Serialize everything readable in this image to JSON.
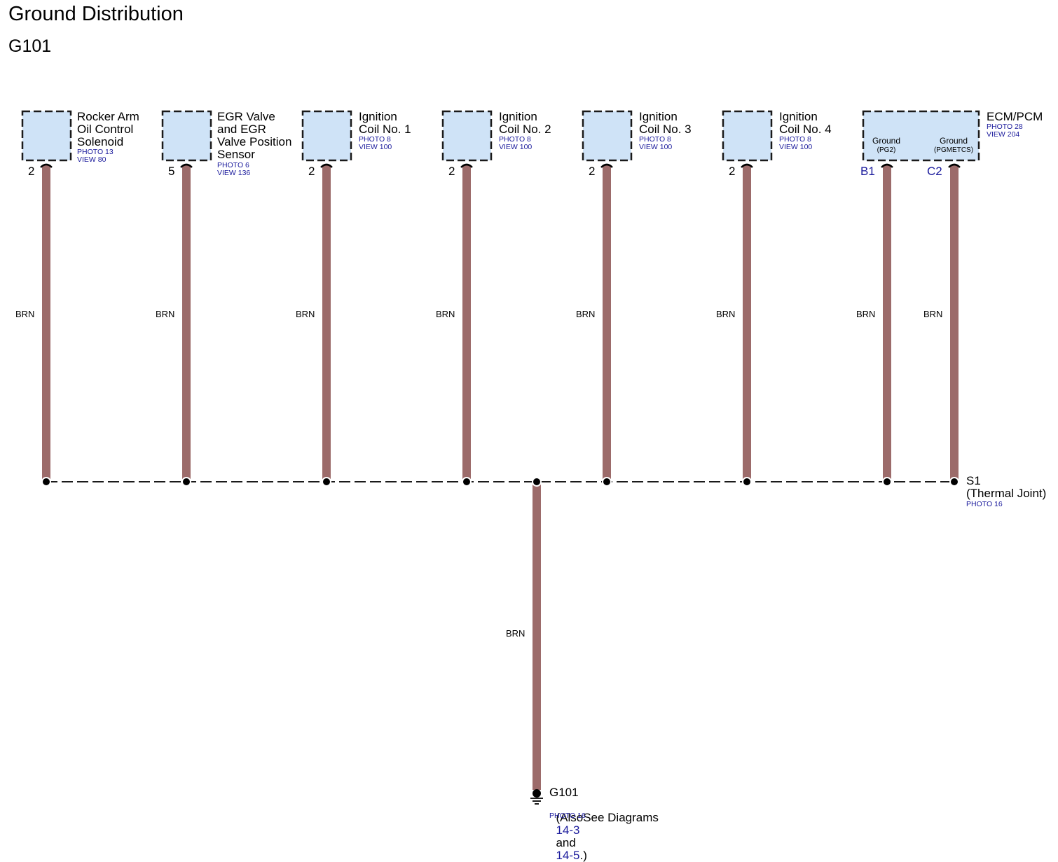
{
  "header": {
    "title": "Ground Distribution",
    "subtitle": "G101"
  },
  "colors": {
    "wire": "#9c6b6a",
    "component_fill": "#cfe3f7",
    "reference_text": "#1a1a9c"
  },
  "components": [
    {
      "name": "Rocker Arm\nOil Control\nSolenoid",
      "refs": "PHOTO 13\nVIEW 80",
      "pin": "2",
      "wire": "BRN"
    },
    {
      "name": "EGR Valve\nand EGR\nValve Position\nSensor",
      "refs": "PHOTO 6\nVIEW 136",
      "pin": "5",
      "wire": "BRN"
    },
    {
      "name": "Ignition\nCoil No. 1",
      "refs": "PHOTO 8\nVIEW 100",
      "pin": "2",
      "wire": "BRN"
    },
    {
      "name": "Ignition\nCoil No. 2",
      "refs": "PHOTO 8\nVIEW 100",
      "pin": "2",
      "wire": "BRN"
    },
    {
      "name": "Ignition\nCoil No. 3",
      "refs": "PHOTO 8\nVIEW 100",
      "pin": "2",
      "wire": "BRN"
    },
    {
      "name": "Ignition\nCoil No. 4",
      "refs": "PHOTO 8\nVIEW 100",
      "pin": "2",
      "wire": "BRN"
    }
  ],
  "ecm": {
    "name": "ECM/PCM",
    "refs": "PHOTO 28\nVIEW 204",
    "terminals": [
      {
        "label": "Ground",
        "sub": "(PG2)",
        "pin": "B1",
        "wire": "BRN"
      },
      {
        "label": "Ground",
        "sub": "(PGMETCS)",
        "pin": "C2",
        "wire": "BRN"
      }
    ]
  },
  "splice": {
    "name": "S1",
    "desc": "(Thermal Joint)",
    "refs": "PHOTO 16"
  },
  "ground": {
    "wire": "BRN",
    "name": "G101",
    "note_prefix": "(Also",
    "note_mid": "See Diagrams",
    "link1": "14-3",
    "and": "and",
    "link2": "14-5",
    "note_suffix": ".)",
    "refs": "PHOTO 16"
  }
}
